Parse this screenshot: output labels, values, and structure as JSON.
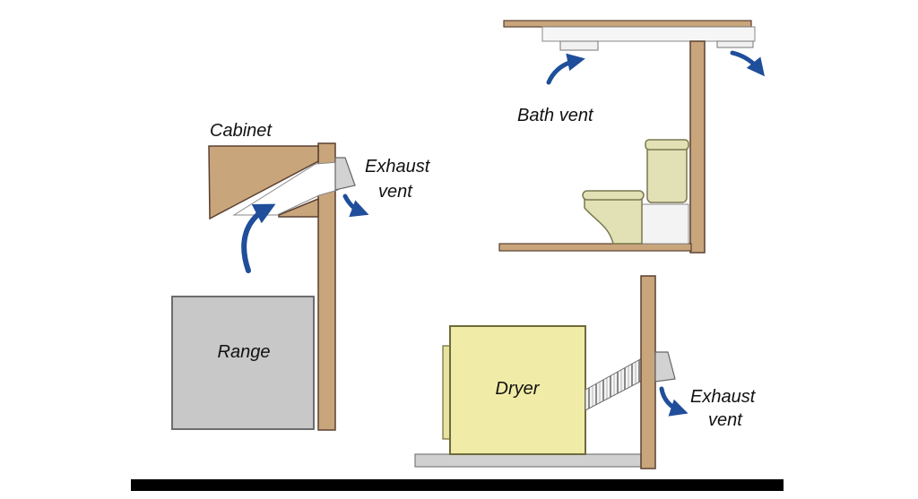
{
  "labels": {
    "cabinet": "Cabinet",
    "range": "Range",
    "exhaust_vent_line1": "Exhaust",
    "exhaust_vent_line2": "vent",
    "bath_vent": "Bath vent",
    "dryer": "Dryer",
    "dryer_exhaust_line1": "Exhaust",
    "dryer_exhaust_line2": "vent"
  },
  "colors": {
    "wood": "#c9a57c",
    "wood_stroke": "#5a4030",
    "range": "#c8c8c8",
    "range_stroke": "#6d6d6d",
    "dryer": "#f0eca7",
    "dryer_stroke": "#6d6b3a",
    "toilet": "#e2e1b5",
    "toilet_stroke": "#7a7850",
    "vent_gray": "#d2d2d2",
    "ceiling_vent": "#f1f1f1",
    "arrow": "#1f4e9b",
    "floor": "#000000"
  },
  "icons": {
    "airflow": "curved-arrow-icon",
    "duct": "flexible-duct-icon"
  }
}
